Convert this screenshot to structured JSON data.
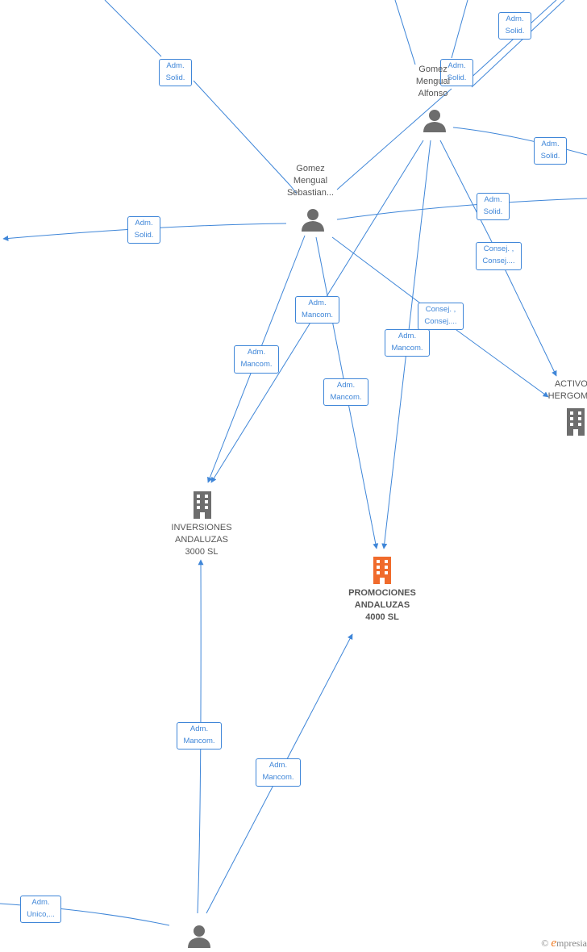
{
  "edges": [
    {
      "id": "e1",
      "label": [
        "Adm.",
        "Solid."
      ]
    },
    {
      "id": "e2",
      "label": [
        "Adm.",
        "Solid."
      ]
    },
    {
      "id": "e3",
      "label": [
        "Adm.",
        "Solid."
      ]
    },
    {
      "id": "e4",
      "label": [
        "Adm.",
        "Solid."
      ]
    },
    {
      "id": "e5",
      "label": [
        "Adm.",
        "Solid."
      ]
    },
    {
      "id": "e6",
      "label": [
        "Adm.",
        "Solid."
      ]
    },
    {
      "id": "e7",
      "label": [
        "Consej. ,",
        "Consej...."
      ]
    },
    {
      "id": "e8",
      "label": [
        "Adm.",
        "Mancom."
      ]
    },
    {
      "id": "e9",
      "label": [
        "Consej. ,",
        "Consej...."
      ]
    },
    {
      "id": "e10",
      "label": [
        "Adm.",
        "Mancom."
      ]
    },
    {
      "id": "e11",
      "label": [
        "Adm.",
        "Mancom."
      ]
    },
    {
      "id": "e12",
      "label": [
        "Adm.",
        "Mancom."
      ]
    },
    {
      "id": "e13",
      "label": [
        "Adm.",
        "Mancom."
      ]
    },
    {
      "id": "e14",
      "label": [
        "Adm.",
        "Mancom."
      ]
    },
    {
      "id": "e15",
      "label": [
        "Adm.",
        "Unico,..."
      ]
    }
  ],
  "nodes": {
    "alfonso": {
      "label": "Gomez\nMengual\nAlfonso"
    },
    "sebastian": {
      "label": "Gomez\nMengual\nSebastian..."
    },
    "activos": {
      "label": "ACTIVOS\nHERGOMEN"
    },
    "inversiones": {
      "label": "INVERSIONES\nANDALUZAS\n3000  SL"
    },
    "promociones": {
      "label": "PROMOCIONES\nANDALUZAS\n4000  SL"
    }
  },
  "colors": {
    "edge": "#3f86d8",
    "person": "#6d6d6d",
    "company": "#6d6d6d",
    "highlight": "#f06b2c"
  },
  "icons": {
    "person": "person-icon",
    "company": "building-icon"
  },
  "footer": {
    "copyright": "©",
    "brand_initial": "e",
    "brand_rest": "mpresia"
  }
}
